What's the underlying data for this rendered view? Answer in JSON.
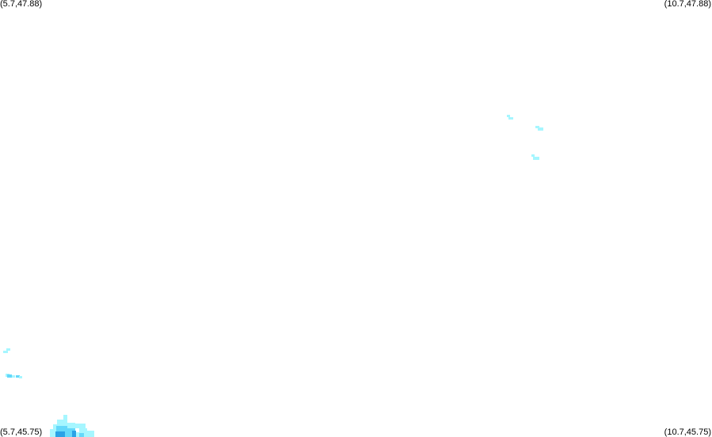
{
  "corners": {
    "top_left": "(5.7,47.88)",
    "top_right": "(10.7,47.88)",
    "bottom_left": "(5.7,45.75)",
    "bottom_right": "(10.7,45.75)"
  },
  "colors": {
    "background": "#ffffff",
    "light": "#a6f6ff",
    "medium": "#64d8fa",
    "dark": "#2aa2e6"
  }
}
